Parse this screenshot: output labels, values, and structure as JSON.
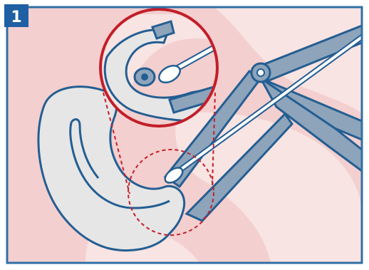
{
  "step": {
    "number": "1"
  },
  "colors": {
    "frame_blue": "#2f6fa6",
    "step_badge": "#1f5fa3",
    "background_pink": "#f3cfcf",
    "background_light_shape": "#f8e4e2",
    "tissue_fill": "#e6e6e6",
    "outline_blue": "#245e92",
    "instrument_gray": "#8da4bb",
    "magnifier_red": "#c21f2a",
    "guide_line_red": "#c21f2a"
  },
  "icons": {
    "step_badge": "step-number-badge",
    "instrument": "speculum-and-swab-illustration"
  }
}
